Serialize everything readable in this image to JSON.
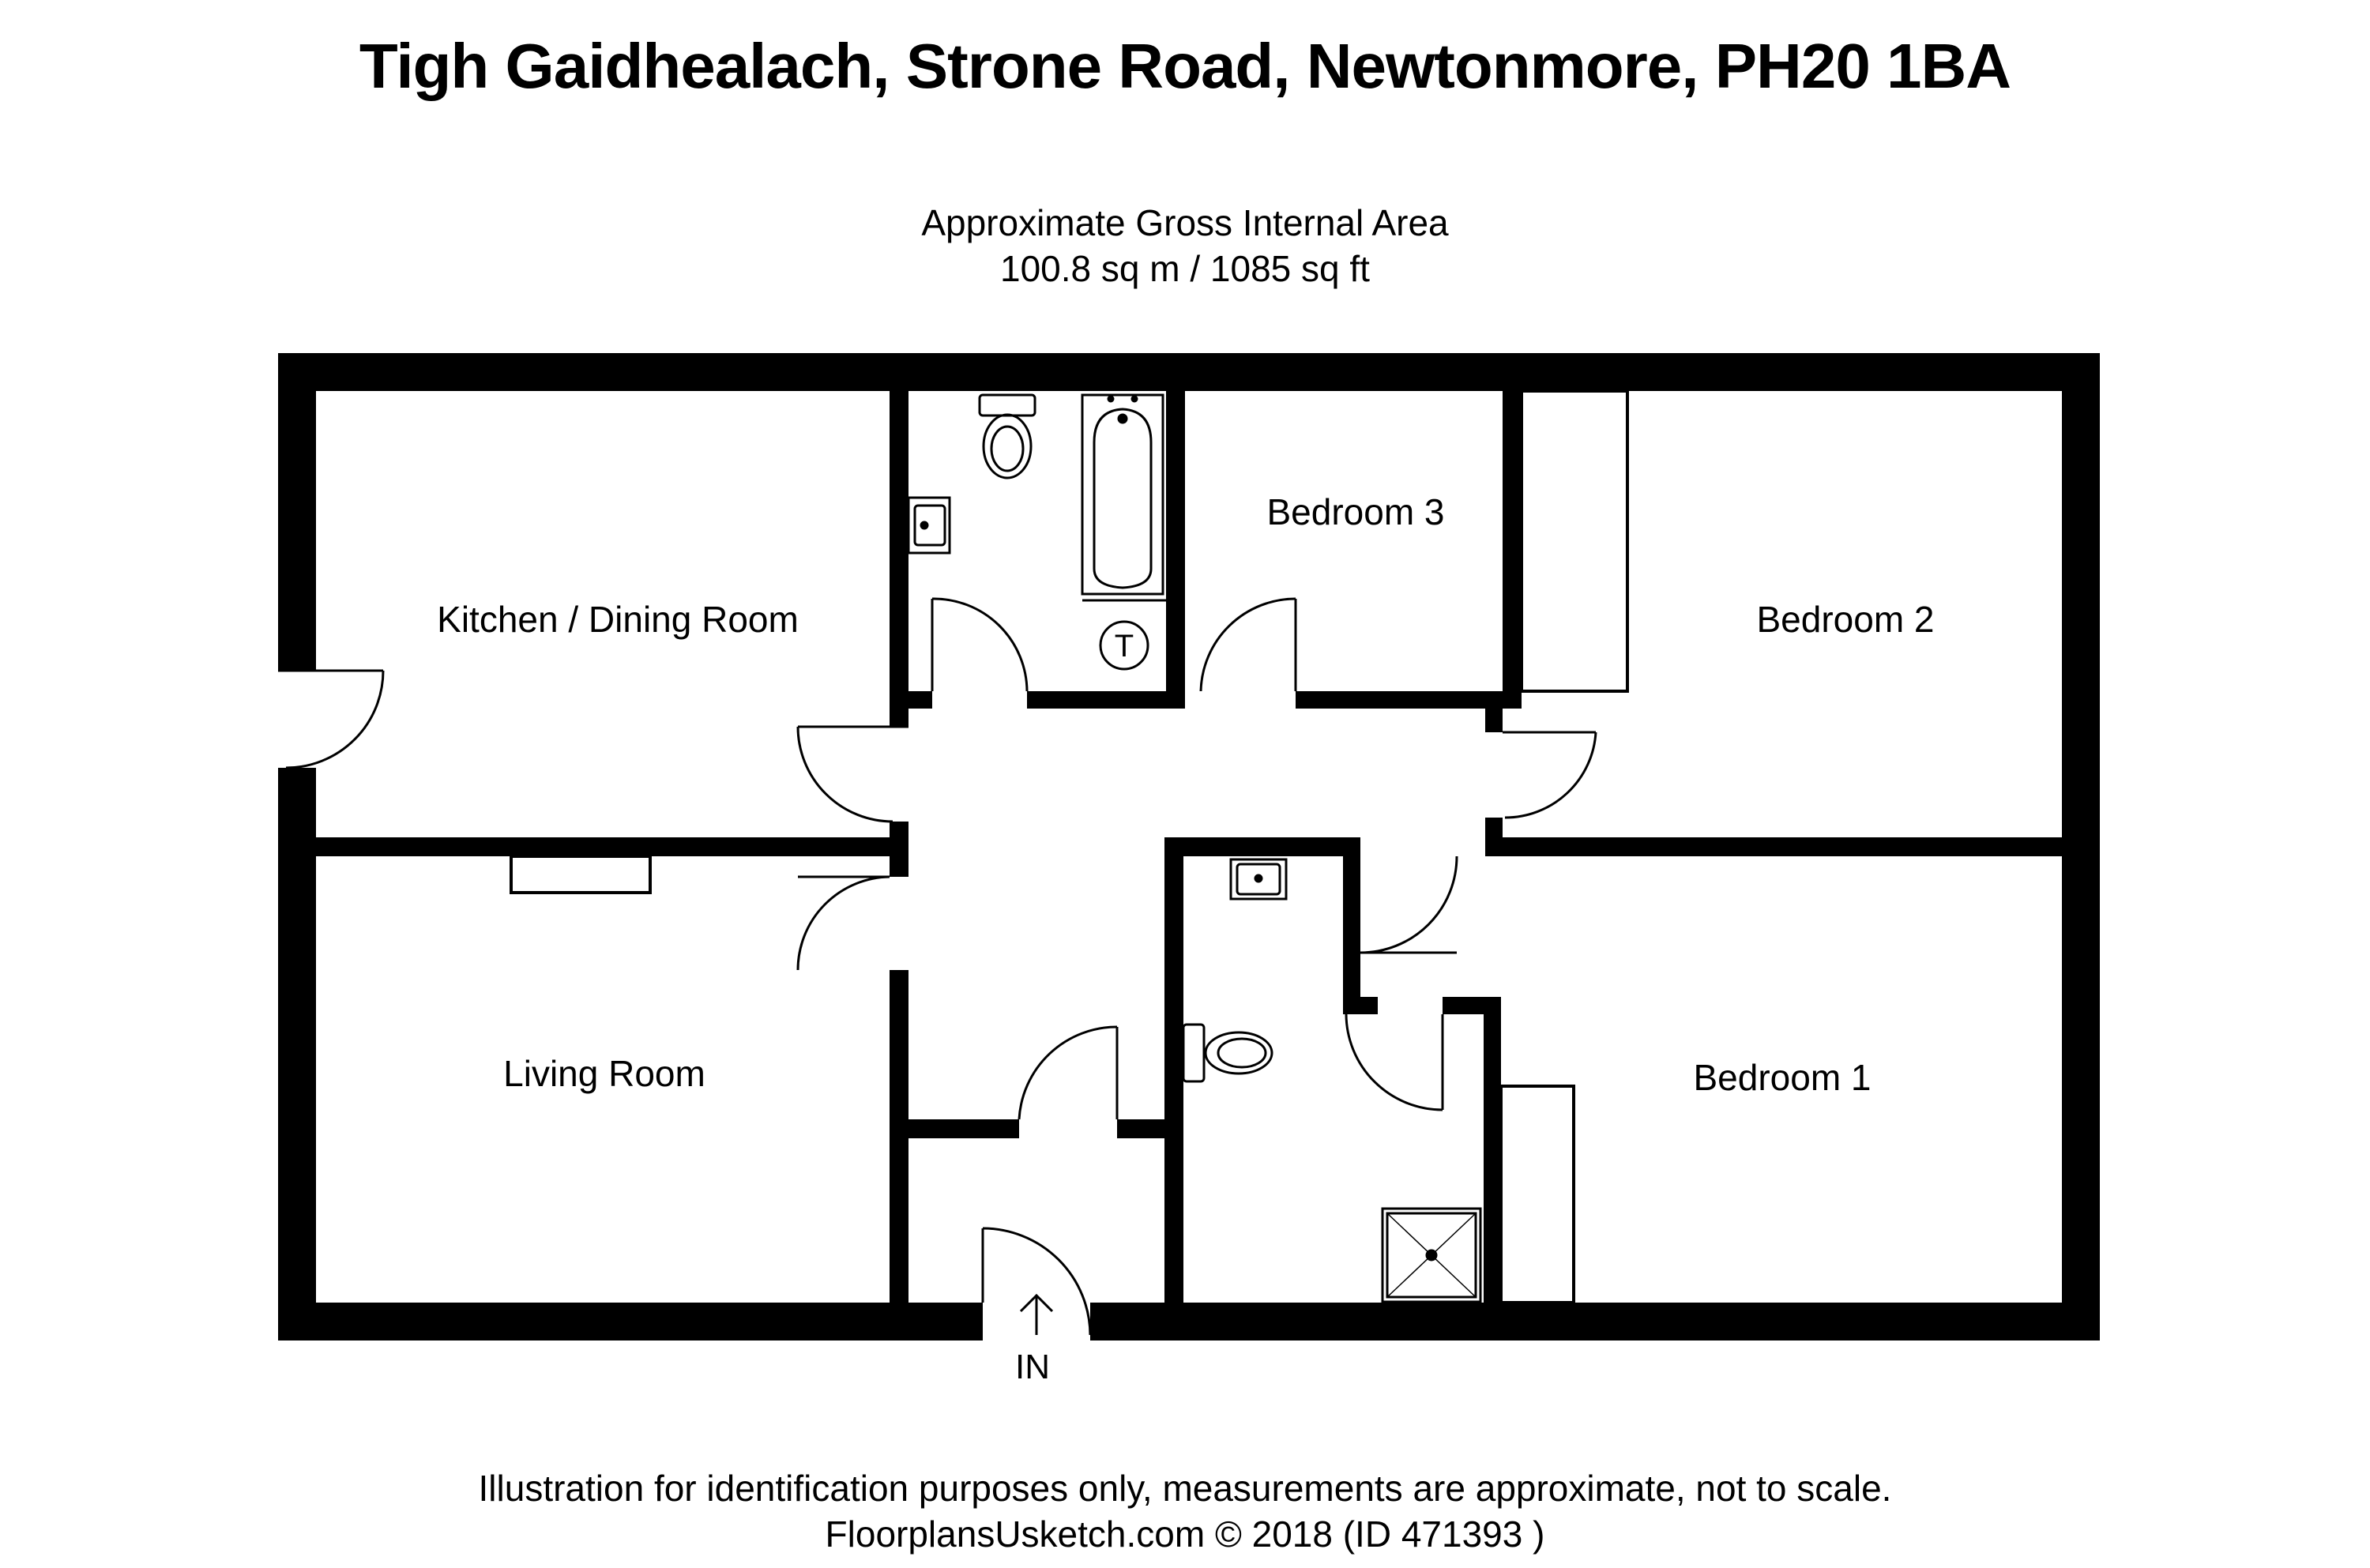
{
  "title": "Tigh Gaidhealach, Strone Road, Newtonmore, PH20 1BA",
  "area": {
    "label": "Approximate Gross Internal Area",
    "value": "100.8 sq m / 1085 sq ft"
  },
  "rooms": {
    "kitchen": "Kitchen / Dining Room",
    "living": "Living Room",
    "bedroom3": "Bedroom 3",
    "bedroom2": "Bedroom 2",
    "bedroom1": "Bedroom 1"
  },
  "fixtures": {
    "tank": "T"
  },
  "entrance": "IN",
  "disclaimer": {
    "line1": "Illustration for identification purposes only, measurements are approximate, not to scale.",
    "line2": "FloorplansUsketch.com © 2018 (ID 471393 )"
  },
  "colors": {
    "wall": "#000000",
    "background": "#ffffff"
  }
}
